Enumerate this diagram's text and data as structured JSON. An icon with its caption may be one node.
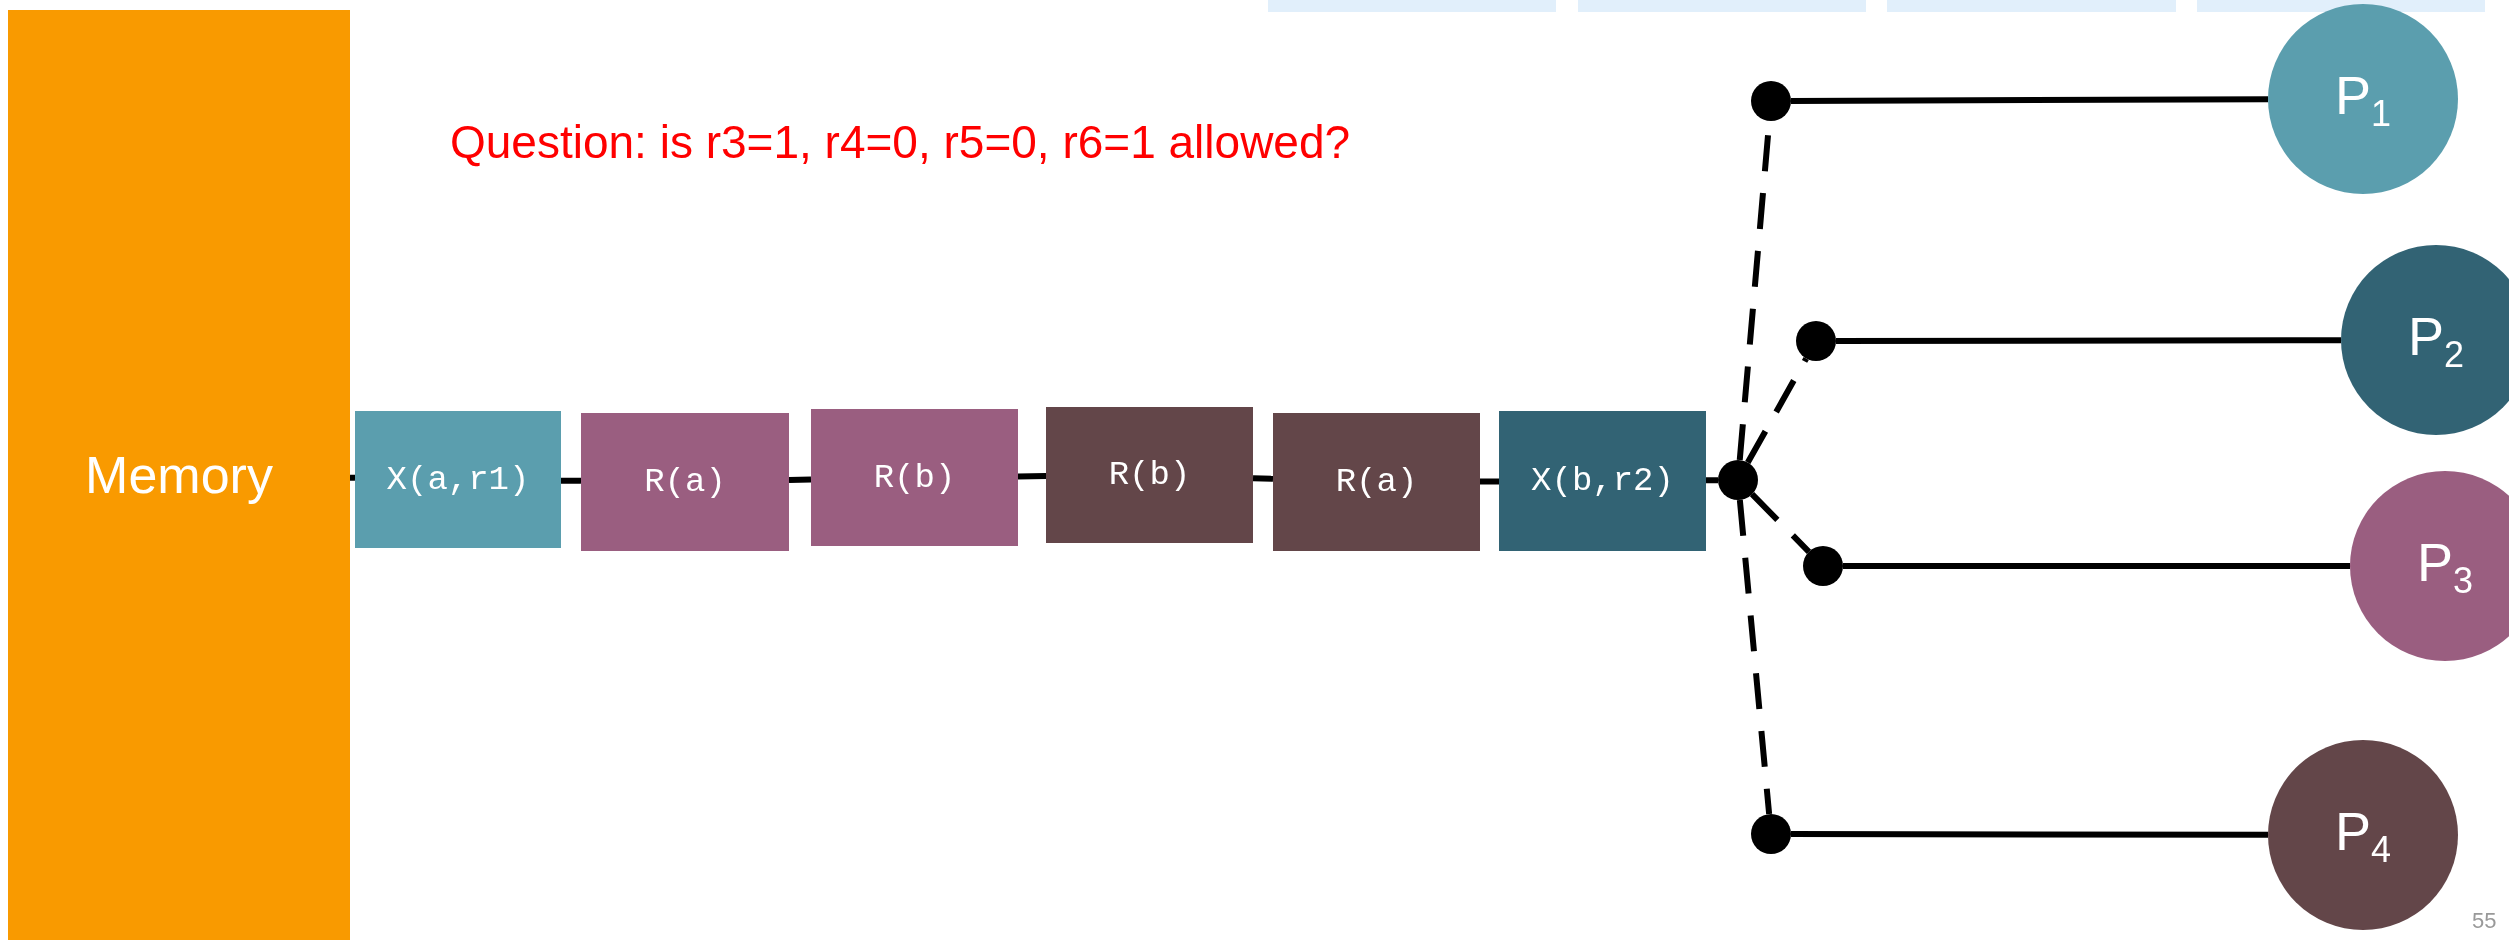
{
  "diagram": {
    "nodes": [
      {
        "text": [
          "Memory"
        ]
      },
      {
        "text": [
          "X(a,r1)"
        ]
      },
      {
        "text": [
          "R(a)"
        ]
      },
      {
        "text": [
          "R(b)"
        ]
      },
      {
        "text": [
          "R(b)"
        ]
      },
      {
        "text": [
          "R(a)"
        ]
      },
      {
        "text": [
          "X(b,r2)"
        ]
      },
      {
        "text": [],
        "shape": "circle"
      },
      {
        "text": [],
        "shape": "circle"
      },
      {
        "text": [],
        "shape": "circle"
      },
      {
        "text": [],
        "shape": "circle"
      },
      {
        "text": [],
        "shape": "circle"
      },
      {
        "text": [
          "P$_{1}$"
        ]
      },
      {
        "text": [
          "P$_{2}$"
        ]
      },
      {
        "text": [
          "P$_{3}$"
        ]
      },
      {
        "text": [
          "P$_{4}$"
        ]
      }
    ],
    "edges": [
      {
        "from": 0,
        "to": 1,
        "arrow": "none"
      },
      {
        "from": 1,
        "to": 2,
        "arrow": "none"
      },
      {
        "from": 2,
        "to": 3,
        "arrow": "none"
      },
      {
        "from": 3,
        "to": 4,
        "arrow": "none"
      },
      {
        "from": 4,
        "to": 5,
        "arrow": "none"
      },
      {
        "from": 5,
        "to": 6,
        "arrow": "none"
      },
      {
        "from": 6,
        "to": 7,
        "arrow": "none"
      },
      {
        "from": 7,
        "to": 8,
        "arrow": "none",
        "style": "dashed"
      },
      {
        "from": 7,
        "to": 9,
        "arrow": "none",
        "style": "dashed"
      },
      {
        "from": 7,
        "to": 10,
        "arrow": "none",
        "style": "dashed"
      },
      {
        "from": 7,
        "to": 11,
        "arrow": "none",
        "style": "dashed"
      },
      {
        "from": 8,
        "to": 12,
        "arrow": "none"
      },
      {
        "from": 9,
        "to": 13,
        "arrow": "none"
      },
      {
        "from": 10,
        "to": 14,
        "arrow": "none"
      },
      {
        "from": 11,
        "to": 15,
        "arrow": "none"
      }
    ],
    "labels": [
      "Question: is r3=1, r4=0, r5=0, r6=1 allowed?",
      "55"
    ]
  }
}
